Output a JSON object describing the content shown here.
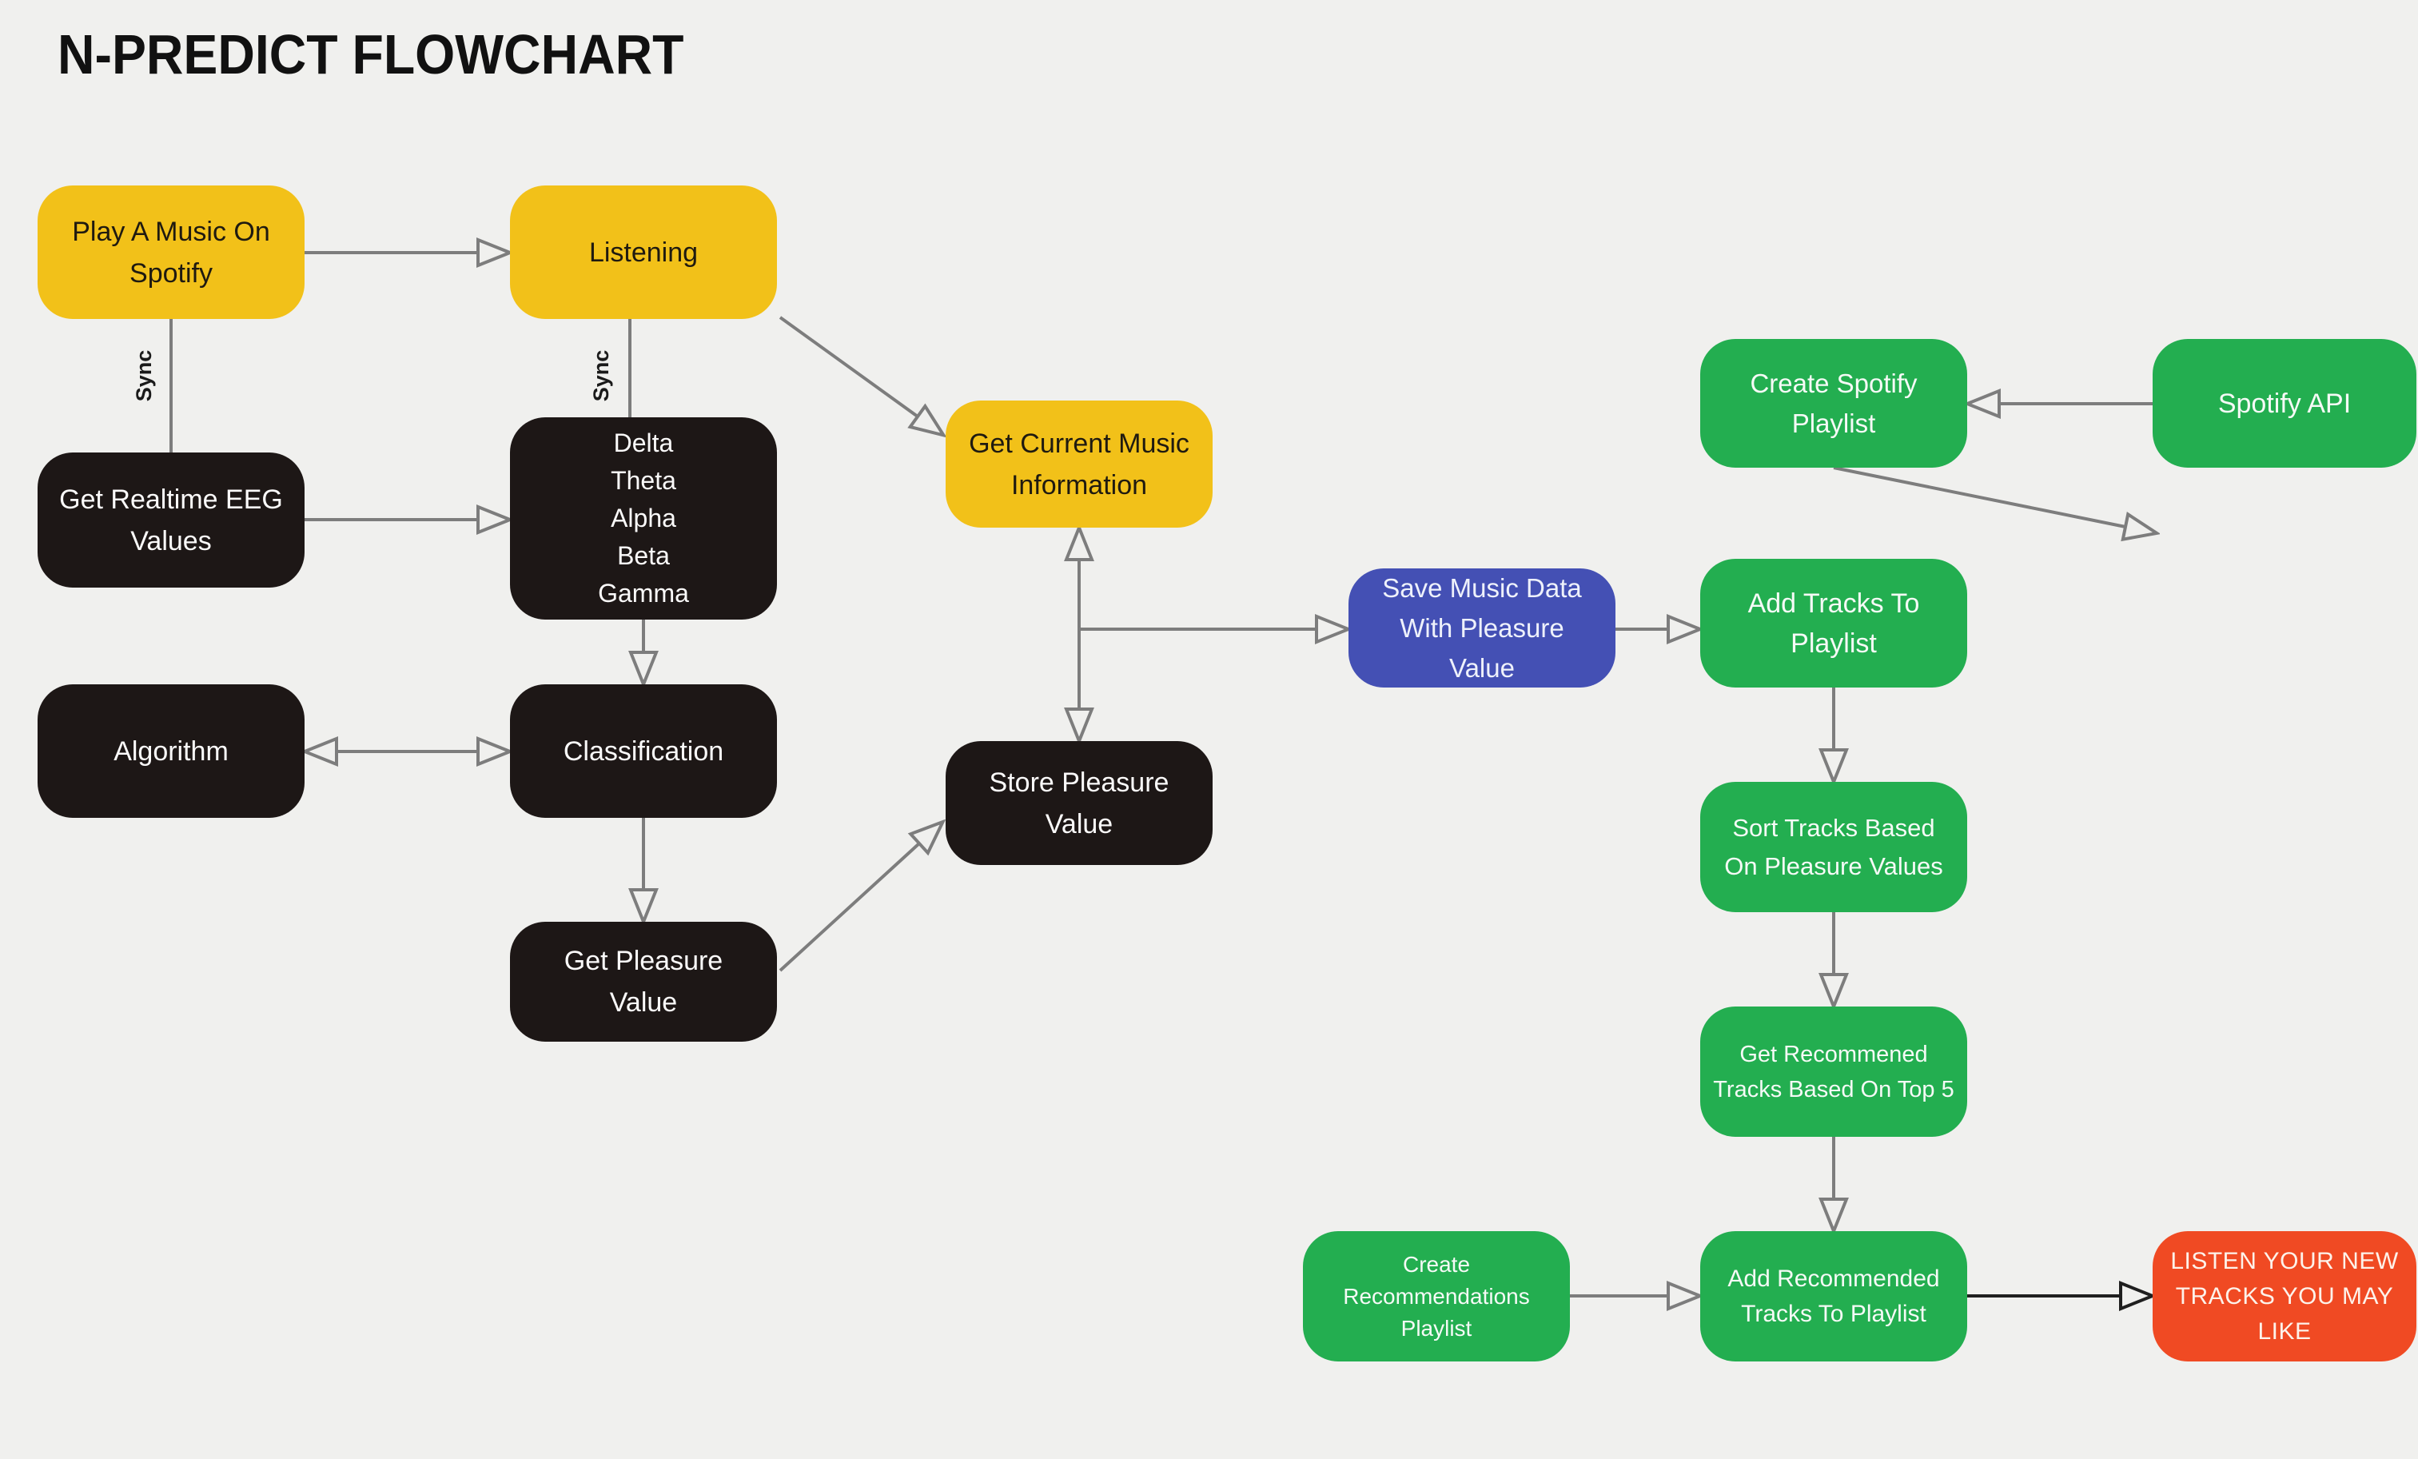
{
  "title": "N-PREDICT FLOWCHART",
  "palette": {
    "background": "#f0f0ee",
    "yellow": "#f2c119",
    "black_box": "#1d1716",
    "green": "#23ae50",
    "blue": "#4450b4",
    "red": "#f04a23",
    "arrow_gray": "#7d7d7d",
    "arrow_black": "#1f1f1f"
  },
  "edge_labels": {
    "sync_left": "Sync",
    "sync_right": "Sync"
  },
  "nodes": {
    "play_music": {
      "lines": [
        "Play A Music On",
        "Spotify"
      ],
      "color": "yellow"
    },
    "listening": {
      "label": "Listening",
      "color": "yellow"
    },
    "get_eeg": {
      "lines": [
        "Get Realtime EEG",
        "Values"
      ],
      "color": "black"
    },
    "brainwaves": {
      "lines": [
        "Delta",
        "Theta",
        "Alpha",
        "Beta",
        "Gamma"
      ],
      "color": "black"
    },
    "algorithm": {
      "label": "Algorithm",
      "color": "black"
    },
    "classification": {
      "label": "Classification",
      "color": "black"
    },
    "get_pleasure": {
      "lines": [
        "Get Pleasure",
        "Value"
      ],
      "color": "black"
    },
    "store_pleasure": {
      "lines": [
        "Store Pleasure",
        "Value"
      ],
      "color": "black"
    },
    "get_current_music": {
      "lines": [
        "Get Current Music",
        "Information"
      ],
      "color": "yellow"
    },
    "save_music_data": {
      "lines": [
        "Save Music Data",
        "With Pleasure",
        "Value"
      ],
      "color": "blue"
    },
    "create_spotify_playlist": {
      "lines": [
        "Create Spotify",
        "Playlist"
      ],
      "color": "green"
    },
    "spotify_api": {
      "label": "Spotify API",
      "color": "green"
    },
    "add_tracks": {
      "lines": [
        "Add Tracks To",
        "Playlist"
      ],
      "color": "green"
    },
    "sort_tracks": {
      "lines": [
        "Sort Tracks Based",
        "On Pleasure Values"
      ],
      "color": "green"
    },
    "get_recommened": {
      "lines": [
        "Get Recommened",
        "Tracks Based On Top 5"
      ],
      "color": "green"
    },
    "create_recs_playlist": {
      "lines": [
        "Create",
        "Recommendations",
        "Playlist"
      ],
      "color": "green"
    },
    "add_recommended": {
      "lines": [
        "Add Recommended",
        "Tracks To Playlist"
      ],
      "color": "green"
    },
    "listen_new_tracks": {
      "lines": [
        "LISTEN YOUR NEW",
        "TRACKS YOU MAY LIKE"
      ],
      "color": "red"
    }
  }
}
